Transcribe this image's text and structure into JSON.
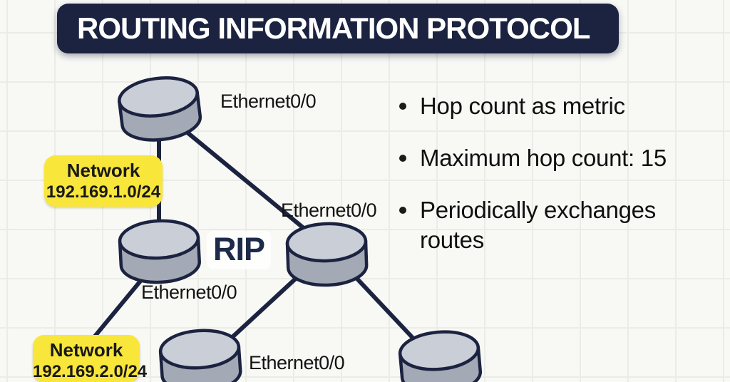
{
  "title": "ROUTING INFORMATION PROTOCOL",
  "diagram": {
    "protocol_label": "RIP",
    "interfaces": [
      {
        "text": "Ethernet0/0"
      },
      {
        "text": "Ethernet0/0"
      },
      {
        "text": "Ethernet0/0"
      },
      {
        "text": "Ethernet0/0"
      }
    ],
    "networks": [
      {
        "title": "Network",
        "address": "192.169.1.0/24"
      },
      {
        "title": "Network",
        "address": "192.169.2.0/24"
      }
    ],
    "router_count": 5,
    "icons": {
      "router": "cylinder-router-icon"
    }
  },
  "bullets": [
    {
      "text": "Hop count as metric"
    },
    {
      "text": "Maximum hop count: 15"
    },
    {
      "text": "Periodically exchanges routes"
    }
  ],
  "colors": {
    "banner_navy": "#1b2340",
    "line_navy": "#1b2340",
    "rip_text": "#1e2a4a",
    "network_box_yellow": "#f9e63b",
    "cylinder_top": "#c9ced7",
    "cylinder_body": "#a4aab5",
    "background": "#f8f8f5",
    "body_text": "#131313"
  }
}
